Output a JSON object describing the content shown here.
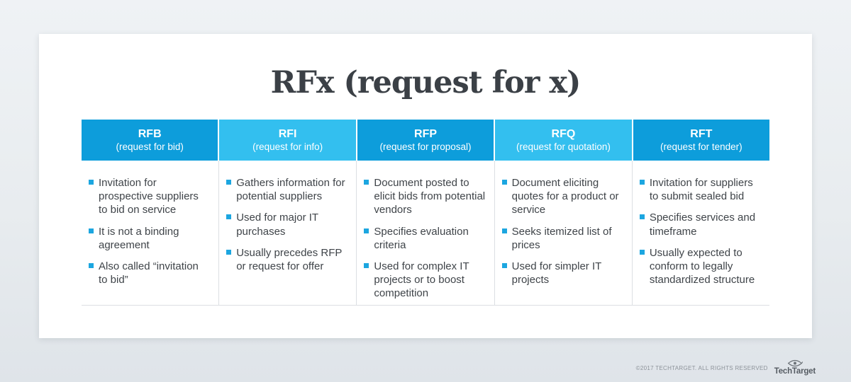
{
  "page": {
    "title": "RFx (request for x)"
  },
  "colors": {
    "header_dark": "#0d9ddb",
    "header_light": "#33bfef",
    "bullet": "#1ca6e0",
    "title_text": "#3b4046",
    "body_text": "#3f4449"
  },
  "columns": [
    {
      "abbr": "RFB",
      "subtitle": "(request for bid)",
      "shade": "dark",
      "bullets": [
        "Invitation for prospective suppliers to bid on service",
        "It is not a binding agreement",
        "Also called “invitation to bid”"
      ]
    },
    {
      "abbr": "RFI",
      "subtitle": "(request for info)",
      "shade": "light",
      "bullets": [
        "Gathers information for potential suppliers",
        "Used for major IT purchases",
        "Usually precedes RFP or request for offer"
      ]
    },
    {
      "abbr": "RFP",
      "subtitle": "(request for proposal)",
      "shade": "dark",
      "bullets": [
        "Document posted to elicit bids from potential vendors",
        "Specifies evaluation criteria",
        "Used for complex IT projects or to boost competition"
      ]
    },
    {
      "abbr": "RFQ",
      "subtitle": "(request for quotation)",
      "shade": "light",
      "bullets": [
        "Document eliciting quotes for a product or service",
        "Seeks itemized list of prices",
        "Used for simpler IT projects"
      ]
    },
    {
      "abbr": "RFT",
      "subtitle": "(request for tender)",
      "shade": "dark",
      "bullets": [
        "Invitation for suppliers to submit sealed bid",
        "Specifies services and timeframe",
        "Usually expected to conform to legally standardized structure"
      ]
    }
  ],
  "footer": {
    "copyright": "©2017 TECHTARGET. ALL RIGHTS RESERVED",
    "brand": "TechTarget",
    "logo_icon": "eye-icon"
  }
}
